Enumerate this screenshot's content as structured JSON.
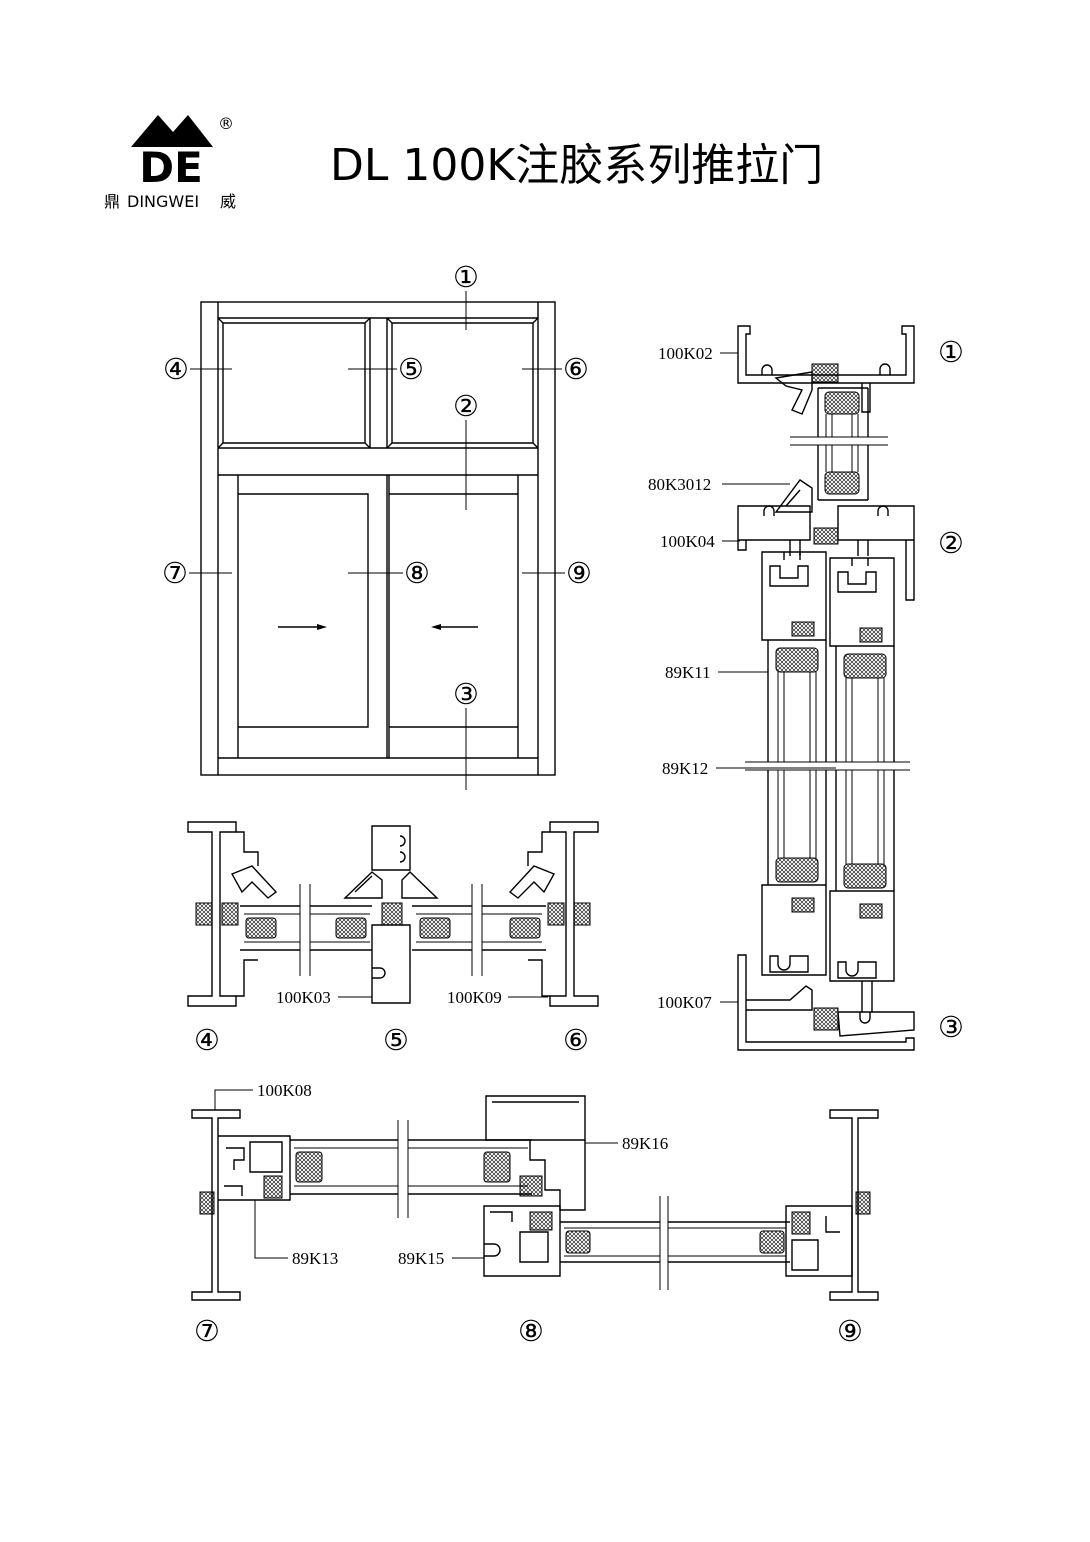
{
  "logo": {
    "mark_letters": "DE",
    "registered": "®",
    "brand_left": "鼎",
    "brand_name": "DINGWEI",
    "brand_right": "威"
  },
  "title": "DL 100K注胶系列推拉门",
  "elevation": {
    "callouts": [
      "①",
      "④",
      "⑤",
      "⑥",
      "②",
      "⑦",
      "⑧",
      "⑨",
      "③"
    ]
  },
  "vertical_section": {
    "labels": [
      "100K02",
      "80K3012",
      "100K04",
      "89K11",
      "89K12",
      "100K07"
    ],
    "callouts": [
      "①",
      "②",
      "③"
    ]
  },
  "section_upper": {
    "labels": [
      "100K03",
      "100K09"
    ],
    "callouts": [
      "④",
      "⑤",
      "⑥"
    ]
  },
  "section_lower": {
    "labels": [
      "100K08",
      "89K16",
      "89K13",
      "89K15"
    ],
    "callouts": [
      "⑦",
      "⑧",
      "⑨"
    ]
  },
  "colors": {
    "line": "#000000",
    "background": "#ffffff"
  }
}
